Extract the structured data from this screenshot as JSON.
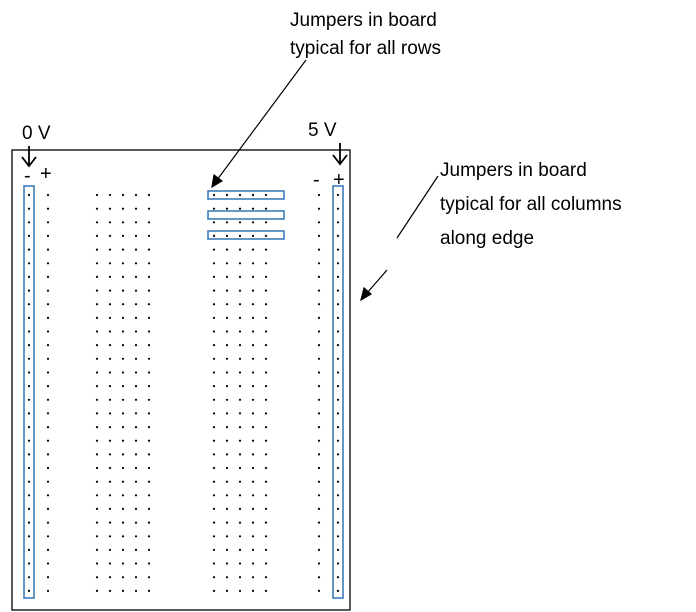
{
  "labels": {
    "zero_volt": "0 V",
    "five_volt": "5 V",
    "left_minus": "-",
    "left_plus": "+",
    "right_minus": "-",
    "right_plus": "+"
  },
  "annotations": {
    "rows": [
      "Jumpers in board",
      "typical for all rows"
    ],
    "columns": [
      "Jumpers in board",
      "typical for all columns",
      "along edge"
    ]
  },
  "colors": {
    "jumper": "#2e75b6",
    "board": "#000000",
    "hole": "#000000"
  },
  "grid": {
    "rows": 30,
    "left_block_columns": 5,
    "right_block_columns": 5,
    "rail_strips_per_side": 2,
    "visible_row_jumpers": 3
  }
}
